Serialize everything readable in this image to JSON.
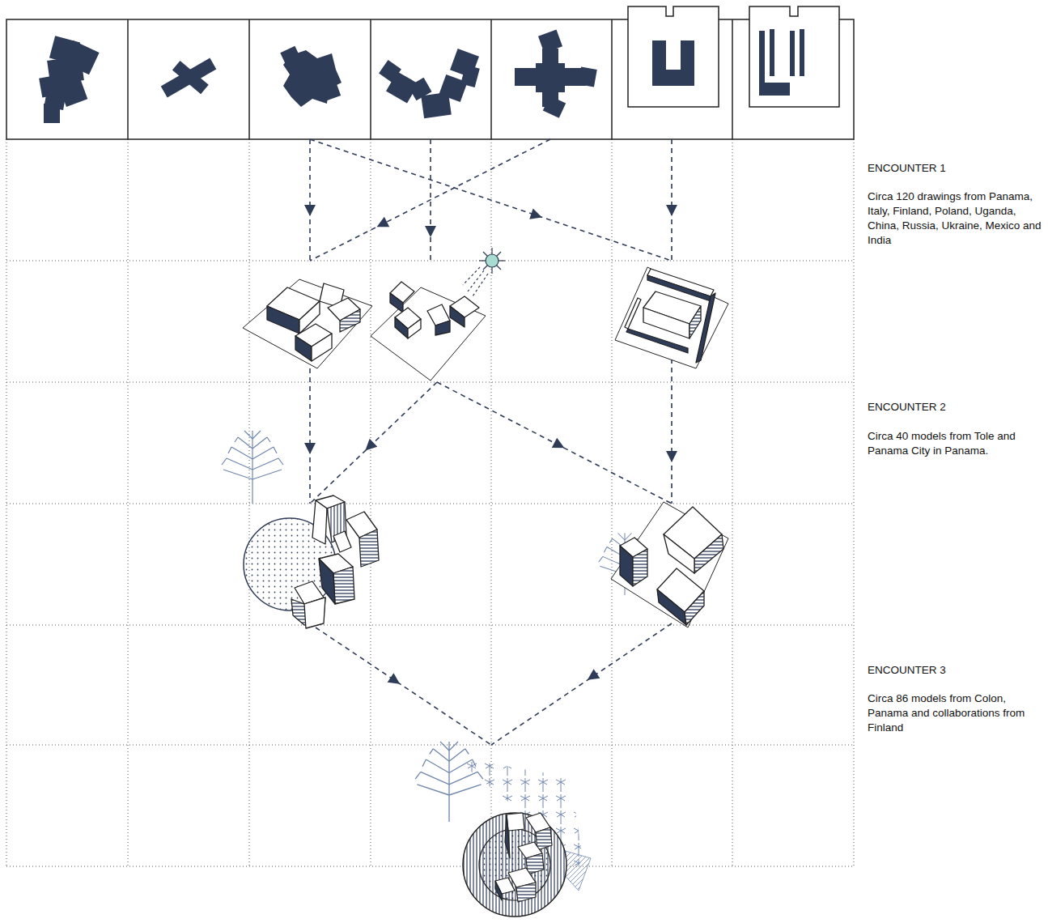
{
  "diagram": {
    "labels": [
      "ENCOUNTER 1",
      "Circa 120 drawings from Panama, Italy, Finland, Poland, Uganda, China, Russia, Ukraine, Mexico and India",
      "ENCOUNTER 2",
      "Circa 40 models from Tole and Panama City in Panama.",
      "ENCOUNTER 3",
      "Circa 86 models from Colon, Panama  and collaborations from Finland"
    ]
  }
}
